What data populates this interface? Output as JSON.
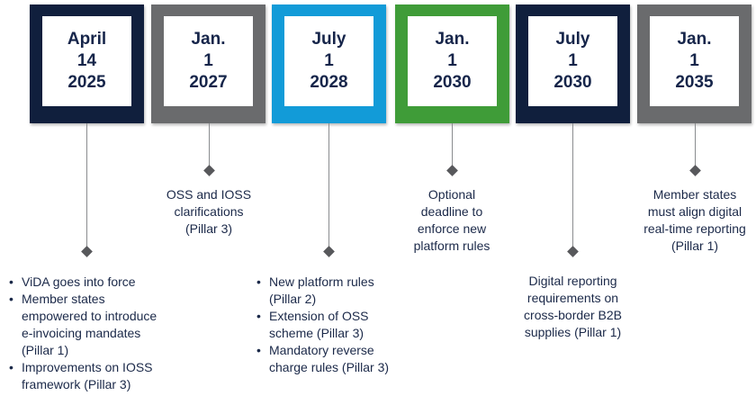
{
  "colors": {
    "navy": "#101f3d",
    "gray": "#6a6b6d",
    "blue": "#129bd8",
    "green": "#3f9c38",
    "text_navy": "#1b2949",
    "connector_line": "#8a8c8f",
    "diamond": "#57585b"
  },
  "timeline": {
    "milestones": [
      {
        "date_lines": [
          "April",
          "14",
          "2025"
        ],
        "frame_color": "#101f3d",
        "connector": "long",
        "bullets": [
          "ViDA goes into force",
          "Member states empowered to introduce e-invoicing mandates (Pillar 1)",
          "Improvements on IOSS framework (Pillar 3)"
        ]
      },
      {
        "date_lines": [
          "Jan.",
          "1",
          "2027"
        ],
        "frame_color": "#6a6b6d",
        "connector": "short",
        "note": "OSS and IOSS clarifications (Pillar 3)"
      },
      {
        "date_lines": [
          "July",
          "1",
          "2028"
        ],
        "frame_color": "#129bd8",
        "connector": "long",
        "bullets": [
          "New platform rules (Pillar 2)",
          "Extension of OSS scheme (Pillar 3)",
          "Mandatory reverse charge rules (Pillar 3)"
        ]
      },
      {
        "date_lines": [
          "Jan.",
          "1",
          "2030"
        ],
        "frame_color": "#3f9c38",
        "connector": "short",
        "note": "Optional deadline to enforce new platform rules"
      },
      {
        "date_lines": [
          "July",
          "1",
          "2030"
        ],
        "frame_color": "#101f3d",
        "connector": "long",
        "note": "Digital reporting requirements on cross-border B2B supplies (Pillar 1)"
      },
      {
        "date_lines": [
          "Jan.",
          "1",
          "2035"
        ],
        "frame_color": "#6a6b6d",
        "connector": "short",
        "note": "Member states must align digital real-time reporting (Pillar 1)"
      }
    ]
  }
}
